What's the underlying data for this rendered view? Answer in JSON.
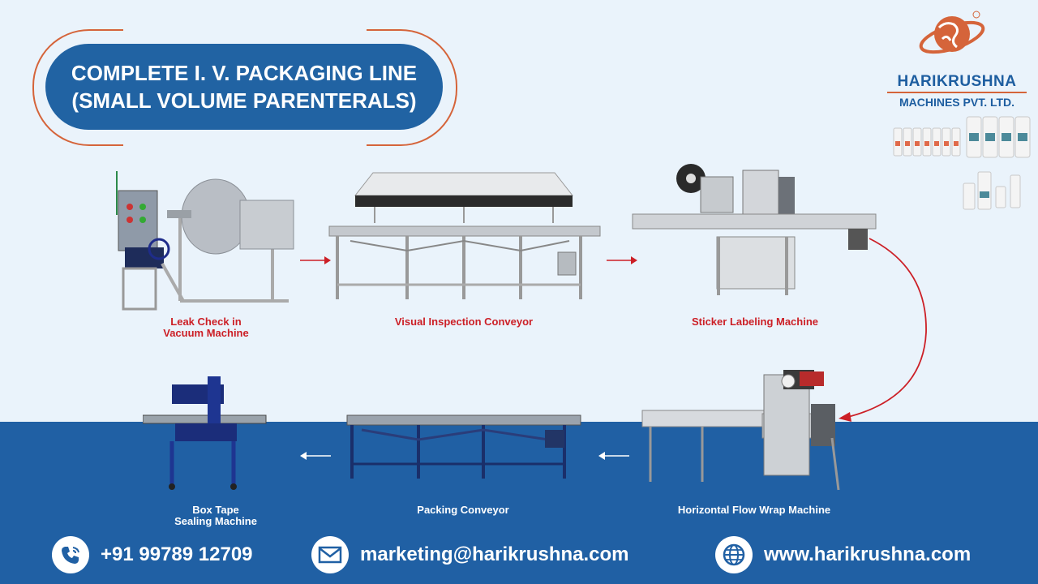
{
  "header": {
    "title_line1": "COMPLETE I. V. PACKAGING LINE",
    "title_line2": "(SMALL VOLUME PARENTERALS)"
  },
  "brand": {
    "name": "HARIKRUSHNA",
    "subtitle": "MACHINES PVT. LTD."
  },
  "machines": [
    {
      "id": "leak-check",
      "label_line1": "Leak Check in",
      "label_line2": "Vacuum Machine"
    },
    {
      "id": "visual-inspection",
      "label": "Visual Inspection Conveyor"
    },
    {
      "id": "sticker-labeling",
      "label": "Sticker Labeling  Machine"
    },
    {
      "id": "flow-wrap",
      "label": "Horizontal Flow Wrap Machine"
    },
    {
      "id": "packing-conveyor",
      "label": "Packing  Conveyor"
    },
    {
      "id": "box-tape",
      "label_line1": "Box Tape",
      "label_line2": "Sealing Machine"
    }
  ],
  "contacts": {
    "phone": "+91 99789 12709",
    "email": "marketing@harikrushna.com",
    "website": "www.harikrushna.com"
  },
  "colors": {
    "primary_blue": "#2163a3",
    "accent_orange": "#d5643a",
    "label_red": "#cc1f26",
    "background_light": "#eaf3fb"
  },
  "icons": [
    "phone-icon",
    "email-icon",
    "globe-icon",
    "logo-globe-icon"
  ]
}
